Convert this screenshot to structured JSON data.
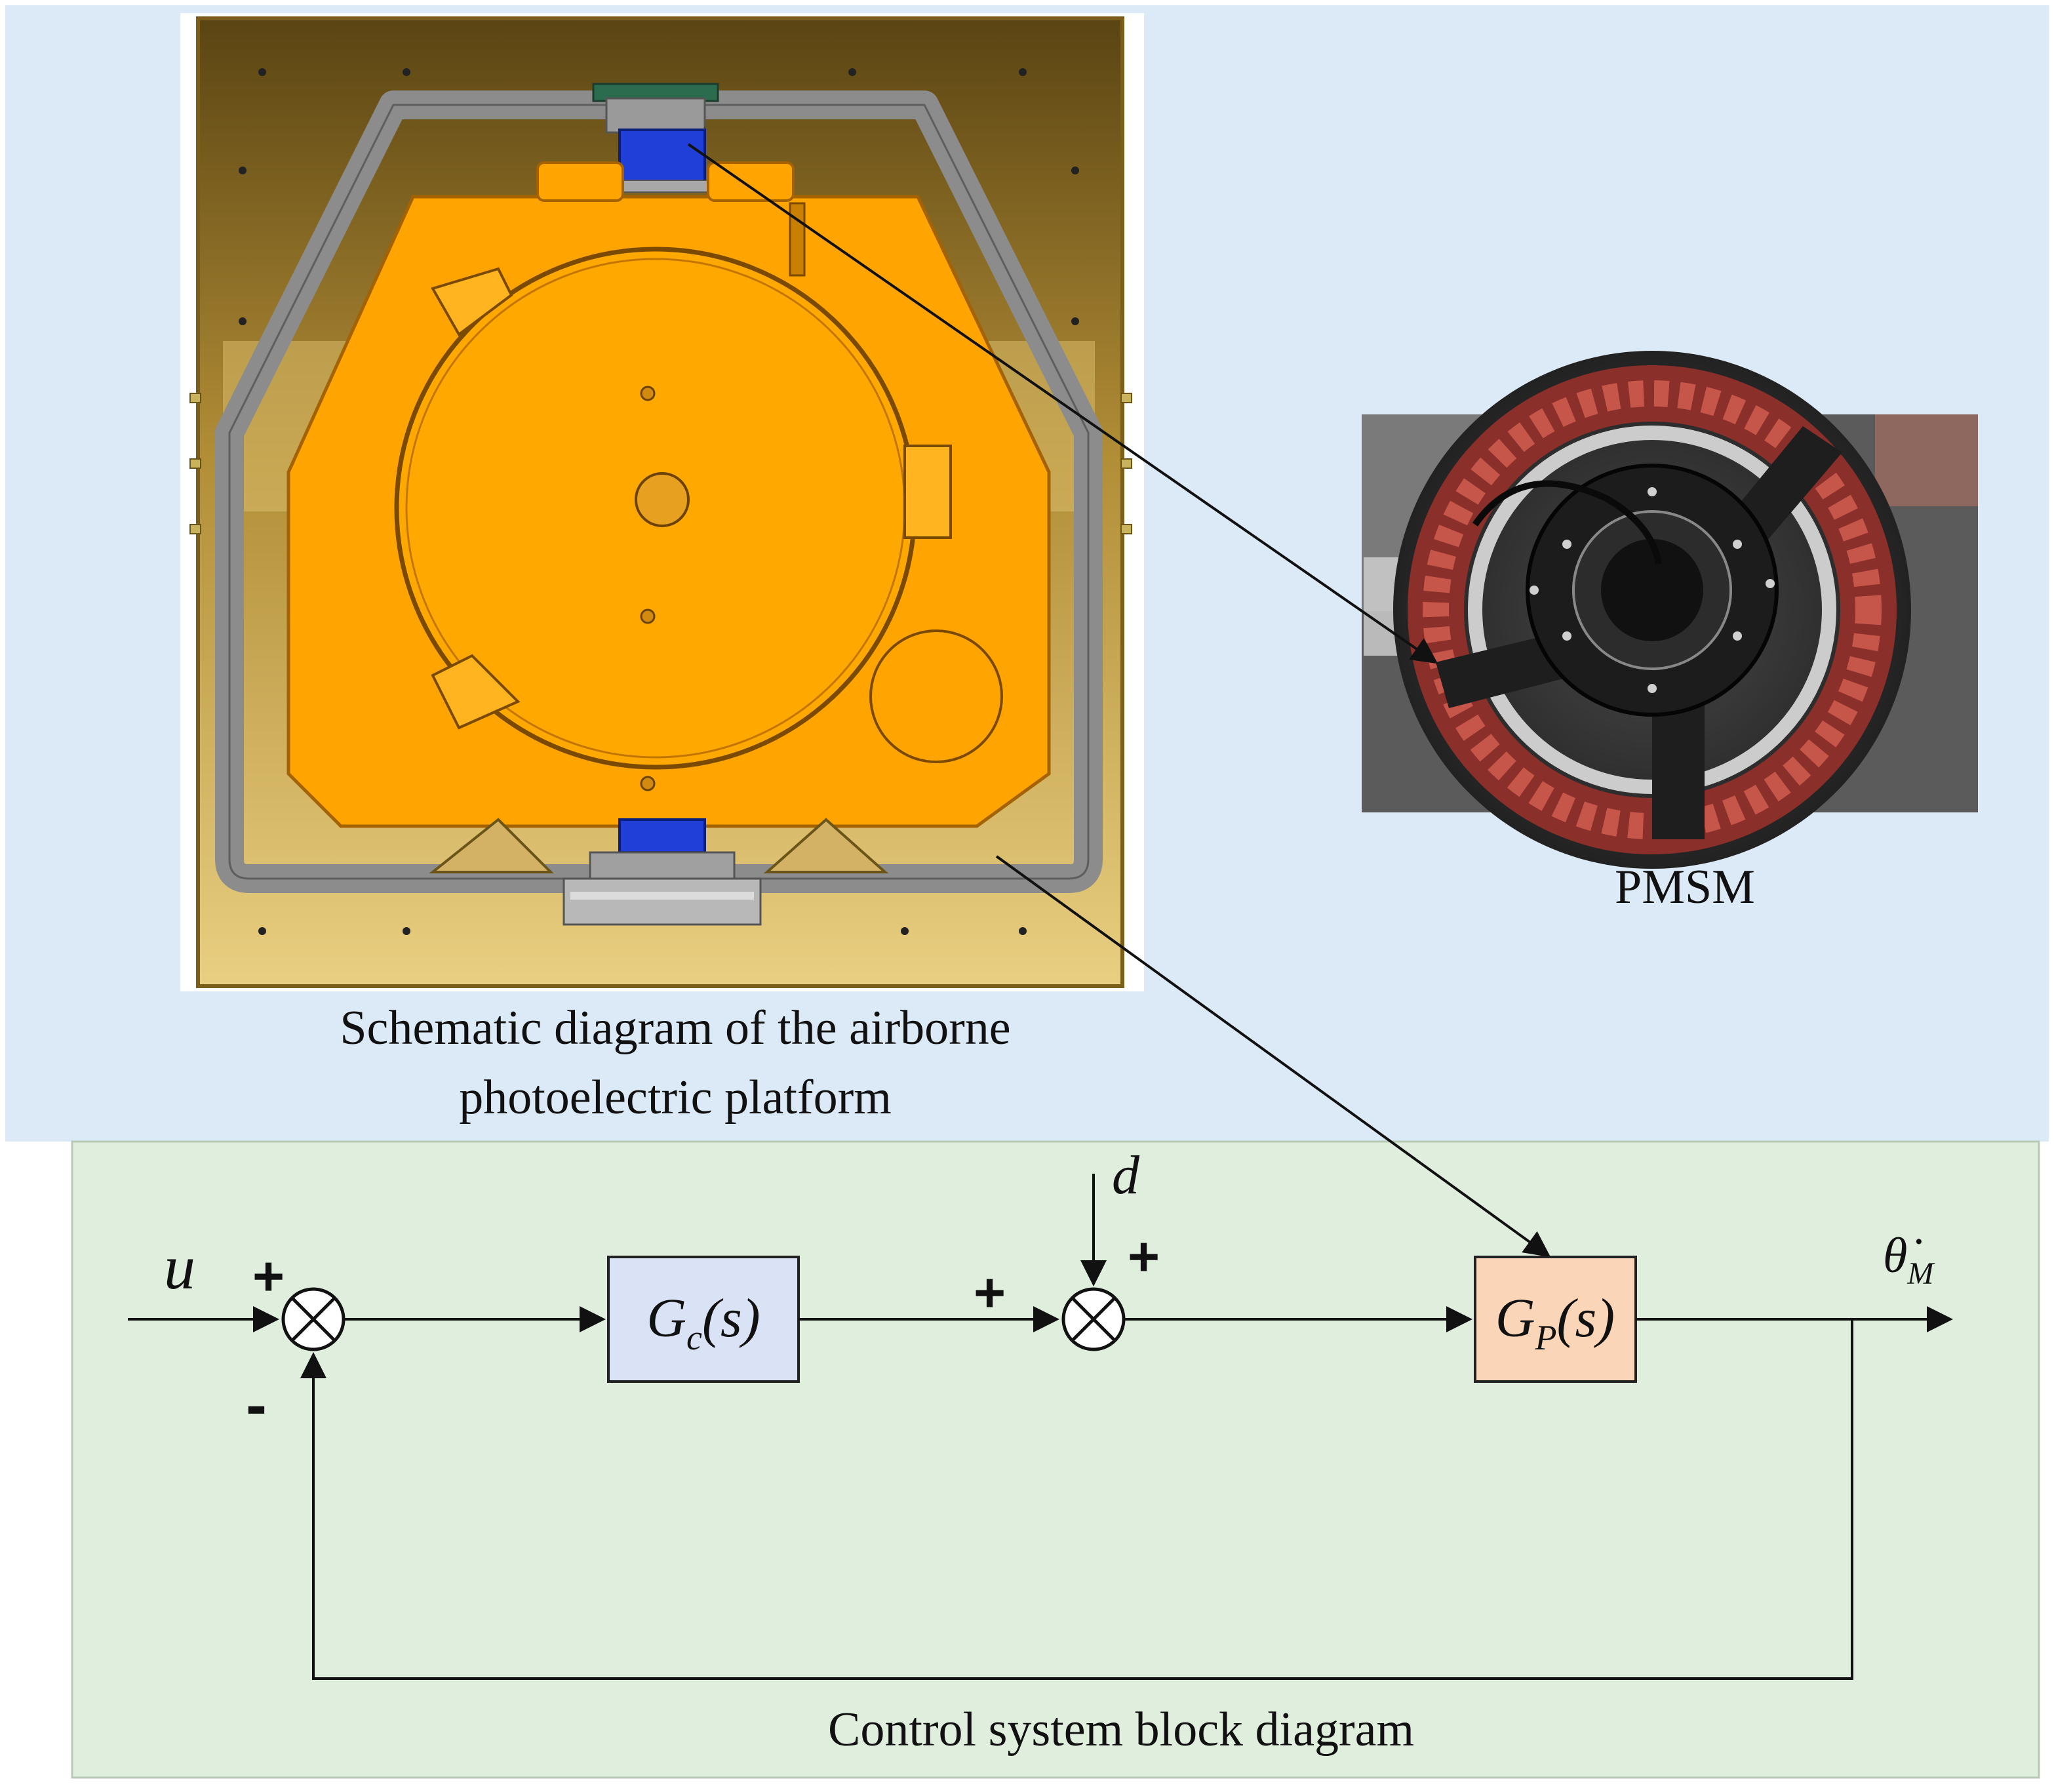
{
  "figure": {
    "photo_caption": "PMSM",
    "schematic_caption_line1": "Schematic diagram of the airborne",
    "schematic_caption_line2": "photoelectric platform",
    "block_diagram_caption": "Control system block diagram"
  },
  "block_diagram": {
    "input": "u",
    "disturbance": "d",
    "output": "θ̇",
    "output_subscript": "M",
    "controller_main": "G",
    "controller_sub": "c",
    "controller_arg": "(s)",
    "plant_main": "G",
    "plant_sub": "P",
    "plant_arg": "(s)",
    "sum1_plus": "+",
    "sum1_minus": "-",
    "sum2_left_plus": "+",
    "sum2_top_plus": "+"
  },
  "colors": {
    "upper_background": "#dceaf7",
    "block_panel": "#dfeedd",
    "controller_box": "#dae3f5",
    "plant_box": "#fbd5b7",
    "frame_gold": "#c9a14a",
    "platform_orange": "#ffa400",
    "gimbal_gray": "#8a8a8a",
    "motor_blue": "#1f3fd8"
  }
}
